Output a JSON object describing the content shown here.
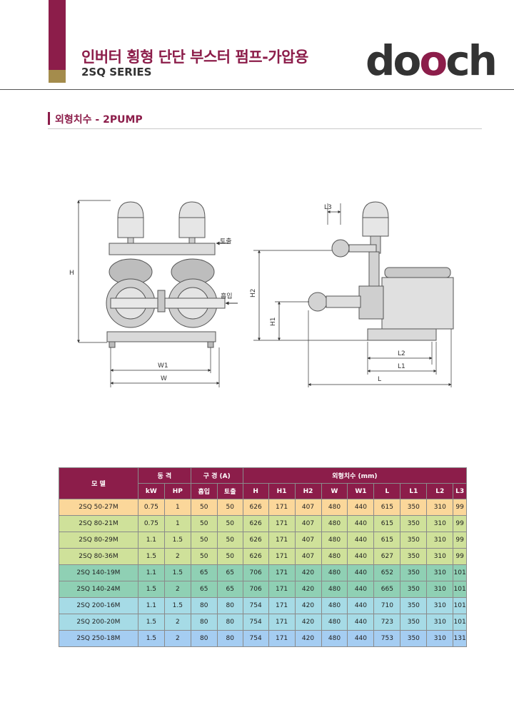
{
  "header": {
    "title": "인버터 횡형 단단 부스터 펌프-가압용",
    "subtitle": "2SQ SERIES",
    "logo": {
      "p1": "d",
      "p2": "o",
      "p3": "o",
      "p4": "ch"
    }
  },
  "section": {
    "title": "외형치수 - 2PUMP"
  },
  "drawing": {
    "labels": {
      "outlet": "토출",
      "inlet": "흡입",
      "h": "H",
      "w": "W",
      "w1": "W1",
      "h1": "H1",
      "h2": "H2",
      "l": "L",
      "l1": "L1",
      "l2": "L2",
      "l3": "L3"
    }
  },
  "table": {
    "header_top": {
      "model": "모 델",
      "power": "동 격",
      "bore": "구 경 (A)",
      "dims": "외형치수 (mm)"
    },
    "header_sub": [
      "kW",
      "HP",
      "흡입",
      "토출",
      "H",
      "H1",
      "H2",
      "W",
      "W1",
      "L",
      "L1",
      "L2",
      "L3"
    ],
    "rows": [
      [
        "2SQ 50-27M",
        "0.75",
        "1",
        "50",
        "50",
        "626",
        "171",
        "407",
        "480",
        "440",
        "615",
        "350",
        "310",
        "99"
      ],
      [
        "2SQ 80-21M",
        "0.75",
        "1",
        "50",
        "50",
        "626",
        "171",
        "407",
        "480",
        "440",
        "615",
        "350",
        "310",
        "99"
      ],
      [
        "2SQ 80-29M",
        "1.1",
        "1.5",
        "50",
        "50",
        "626",
        "171",
        "407",
        "480",
        "440",
        "615",
        "350",
        "310",
        "99"
      ],
      [
        "2SQ 80-36M",
        "1.5",
        "2",
        "50",
        "50",
        "626",
        "171",
        "407",
        "480",
        "440",
        "627",
        "350",
        "310",
        "99"
      ],
      [
        "2SQ 140-19M",
        "1.1",
        "1.5",
        "65",
        "65",
        "706",
        "171",
        "420",
        "480",
        "440",
        "652",
        "350",
        "310",
        "101"
      ],
      [
        "2SQ 140-24M",
        "1.5",
        "2",
        "65",
        "65",
        "706",
        "171",
        "420",
        "480",
        "440",
        "665",
        "350",
        "310",
        "101"
      ],
      [
        "2SQ 200-16M",
        "1.1",
        "1.5",
        "80",
        "80",
        "754",
        "171",
        "420",
        "480",
        "440",
        "710",
        "350",
        "310",
        "101"
      ],
      [
        "2SQ 200-20M",
        "1.5",
        "2",
        "80",
        "80",
        "754",
        "171",
        "420",
        "480",
        "440",
        "723",
        "350",
        "310",
        "101"
      ],
      [
        "2SQ 250-18M",
        "1.5",
        "2",
        "80",
        "80",
        "754",
        "171",
        "420",
        "480",
        "440",
        "753",
        "350",
        "310",
        "131"
      ]
    ]
  }
}
